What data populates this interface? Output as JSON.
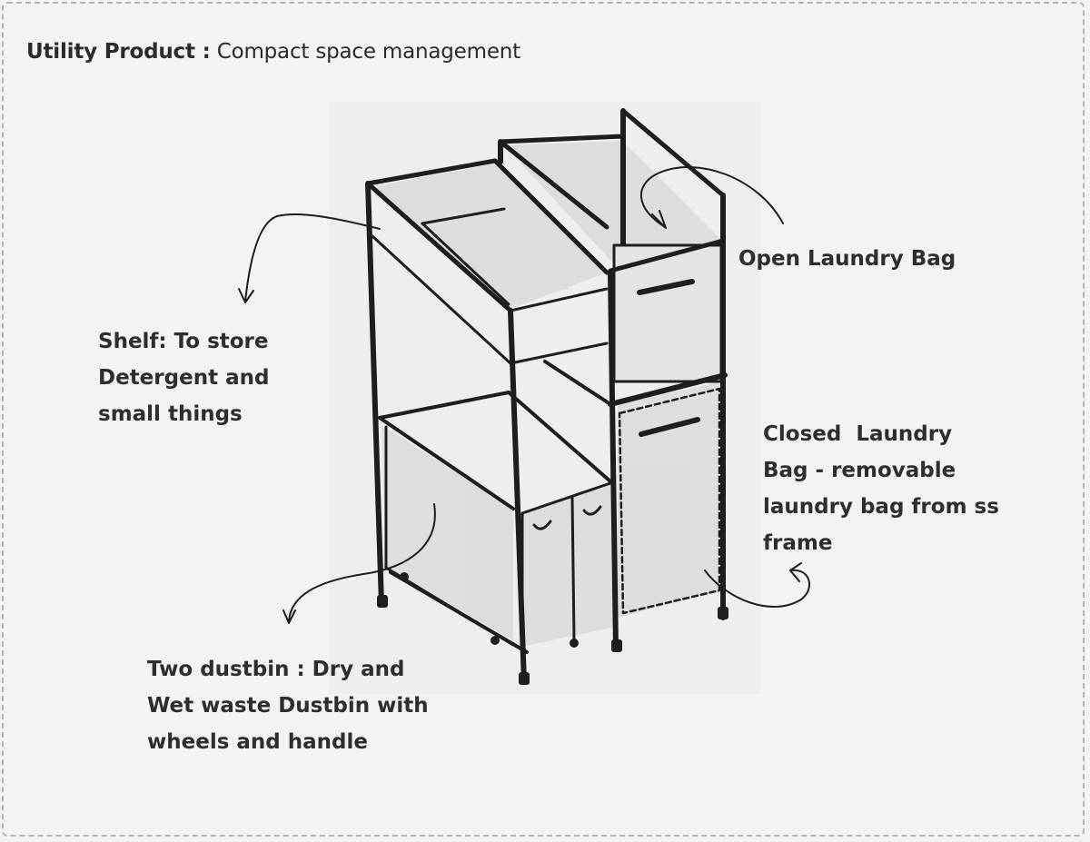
{
  "title": {
    "bold": "Utility Product :",
    "rest": "Compact space management"
  },
  "labels": {
    "shelf": [
      "Shelf: To store",
      "Detergent and",
      "small things"
    ],
    "dustbin": [
      "Two dustbin : Dry and",
      "Wet waste Dustbin with",
      "wheels and handle"
    ],
    "open_bag": [
      "Open Laundry Bag"
    ],
    "closed_bag": [
      "Closed  Laundry",
      "Bag - removable",
      "laundry bag from ss",
      "frame"
    ]
  },
  "colors": {
    "background": "#f3f3f1",
    "ink": "#1e1e1e",
    "border": "#b4b4b1"
  }
}
